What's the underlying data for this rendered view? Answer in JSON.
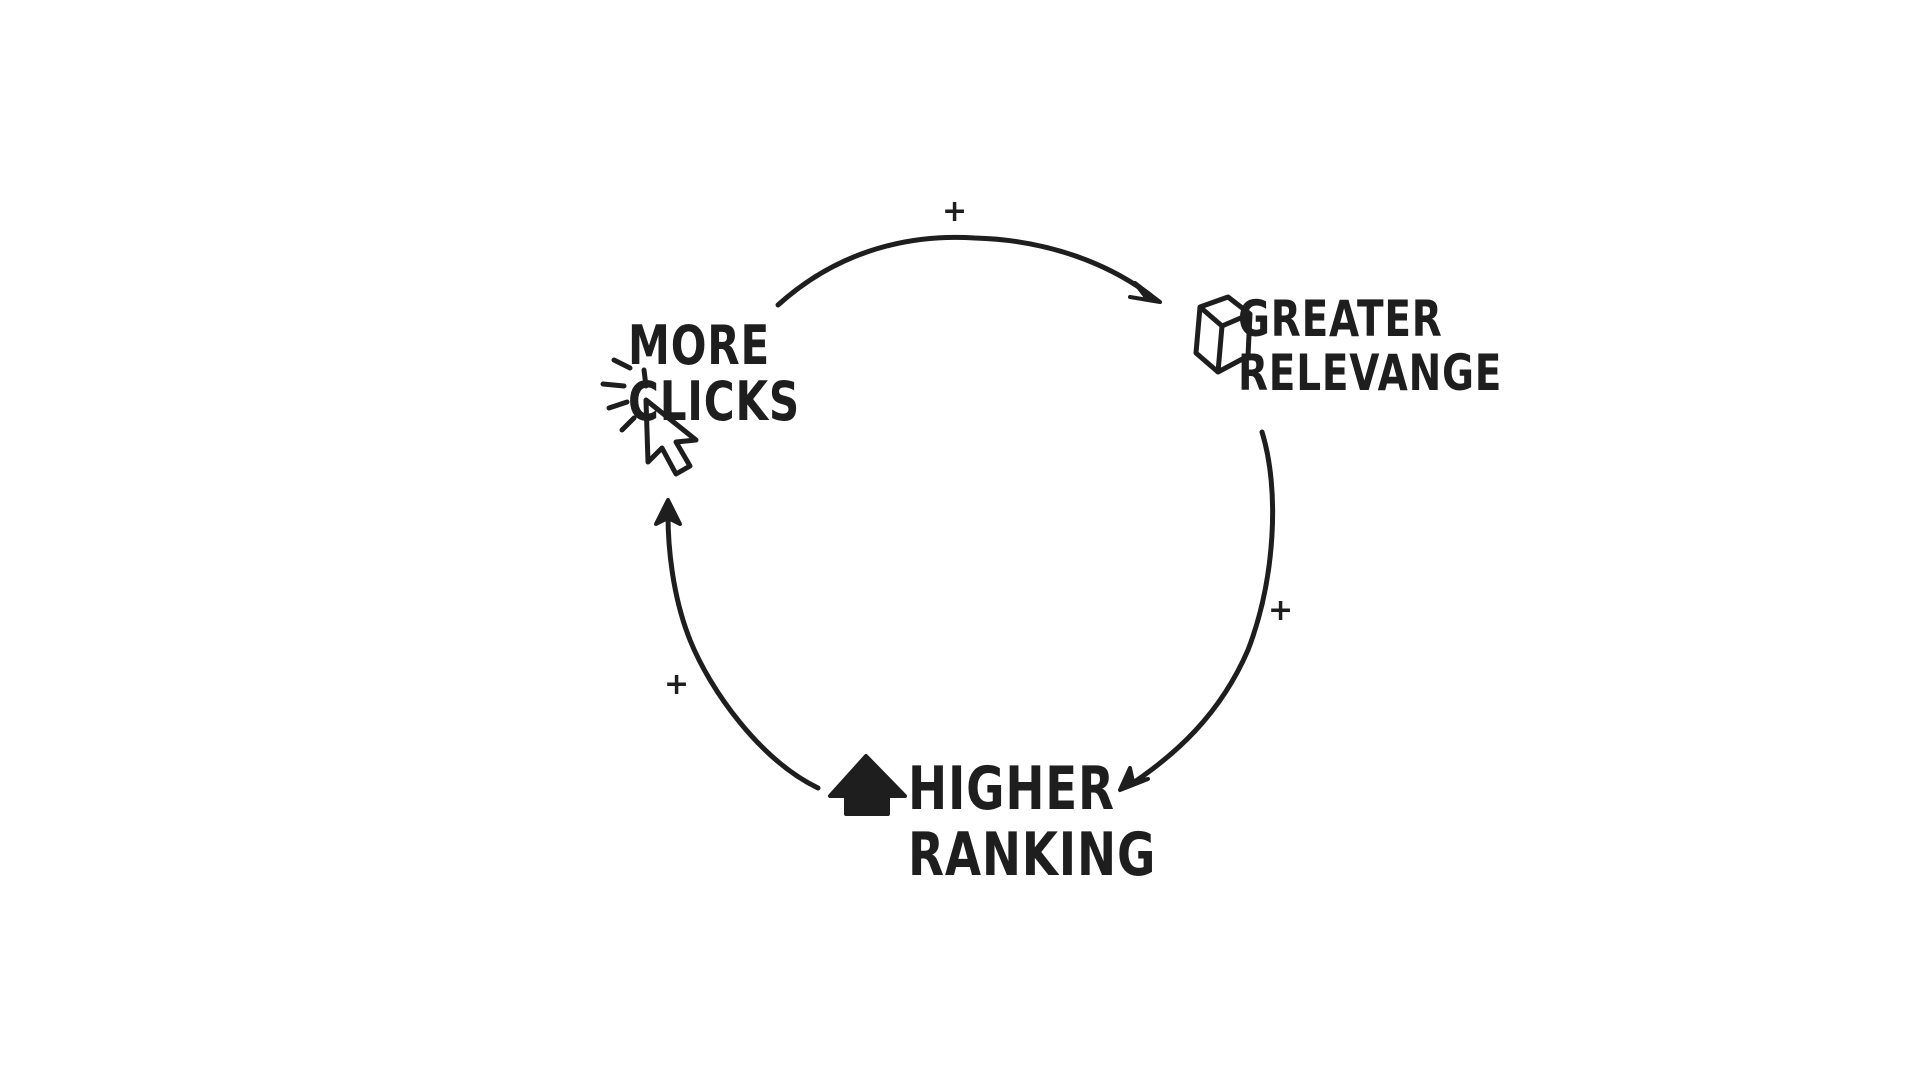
{
  "nodes": {
    "more_clicks": {
      "line1": "MORE",
      "line2": "CLICKS",
      "icon": "cursor-click-icon"
    },
    "greater_relevance": {
      "line1": "GREATER",
      "line2": "RELEVANGE",
      "icon": "cube-icon"
    },
    "higher_ranking": {
      "line1": "HIGHER",
      "line2": "RANKING",
      "icon": "up-arrow-icon"
    }
  },
  "edges": [
    {
      "from": "more_clicks",
      "to": "greater_relevance",
      "polarity": "+"
    },
    {
      "from": "greater_relevance",
      "to": "higher_ranking",
      "polarity": "+"
    },
    {
      "from": "higher_ranking",
      "to": "more_clicks",
      "polarity": "+"
    }
  ],
  "colors": {
    "ink": "#1e1e1e",
    "background": "#ffffff"
  }
}
